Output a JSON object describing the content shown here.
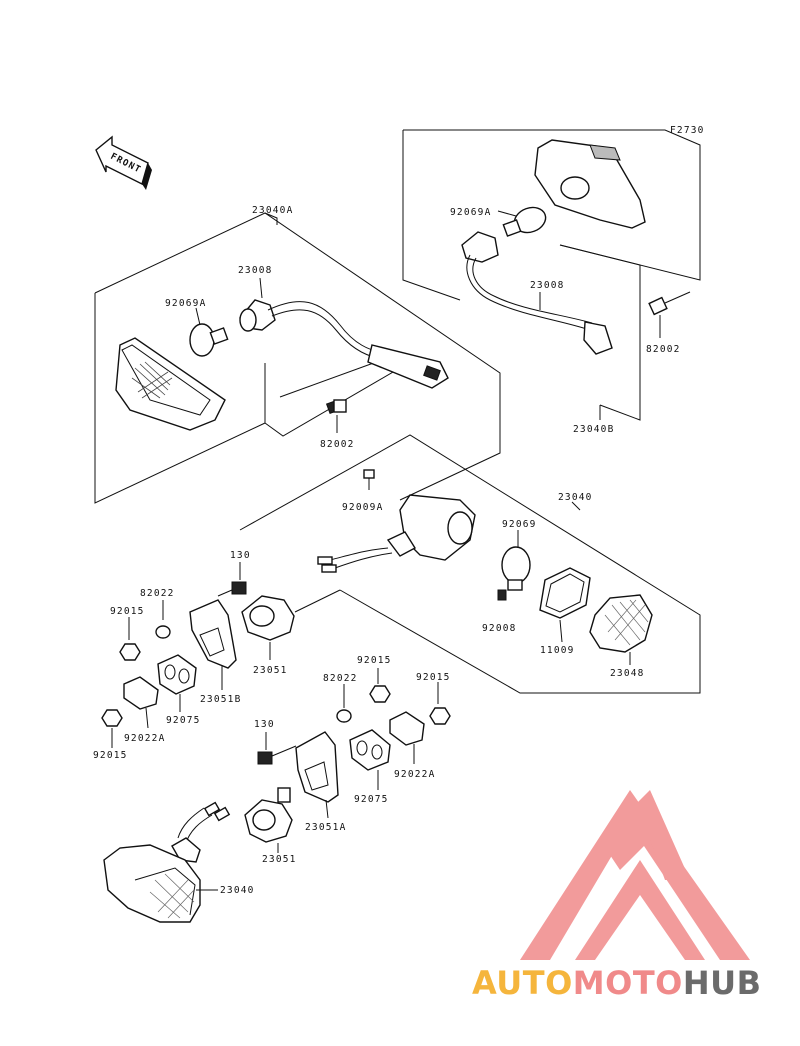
{
  "figure_code": "F2730",
  "front_label": "FRONT",
  "labels": {
    "l_23040A": "23040A",
    "l_92069A_top": "92069A",
    "l_23008_top": "23008",
    "l_82002_left": "82002",
    "l_92069A_right": "92069A",
    "l_23008_right": "23008",
    "l_82002_right": "82002",
    "l_23040B": "23040B",
    "l_92009A": "92009A",
    "l_23040_mid": "23040",
    "l_92069": "92069",
    "l_92008": "92008",
    "l_11009": "11009",
    "l_23048": "23048",
    "l_130_a": "130",
    "l_82022_a": "82022",
    "l_92015_a": "92015",
    "l_23051_a": "23051",
    "l_23051B": "23051B",
    "l_92075_a": "92075",
    "l_92022A_a": "92022A",
    "l_92015_b": "92015",
    "l_92015_c": "92015",
    "l_92015_d": "92015",
    "l_82022_b": "82022",
    "l_130_b": "130",
    "l_92022A_b": "92022A",
    "l_92075_b": "92075",
    "l_23051A": "23051A",
    "l_23051_b": "23051",
    "l_23040_bottom": "23040"
  },
  "watermark": {
    "part1": "AUTO",
    "part2": "MOTO",
    "part3": "HUB",
    "color1": "#f5b53c",
    "color2": "#f08a8a",
    "color3": "#6b6b6b",
    "logo_color": "#f08a8a"
  }
}
